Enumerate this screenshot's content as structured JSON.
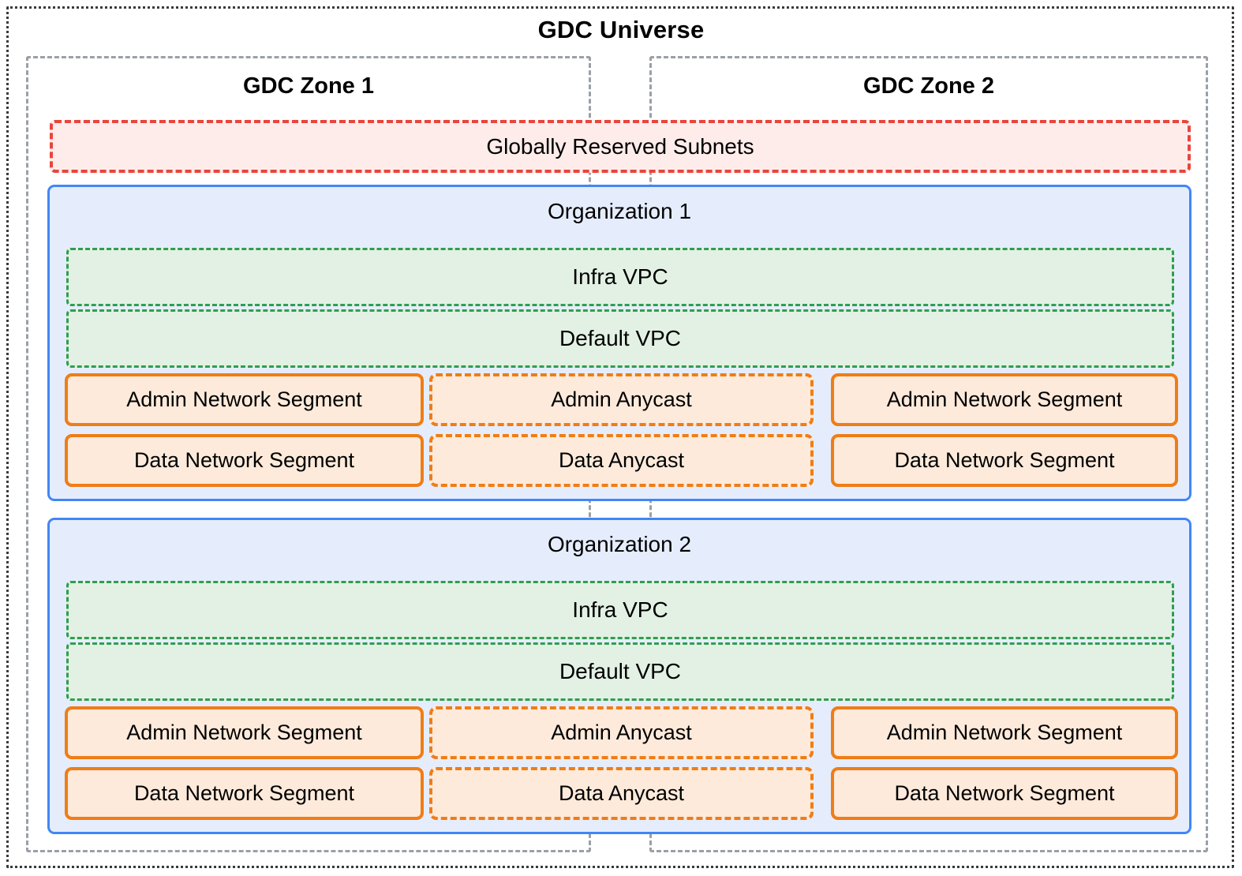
{
  "diagram": {
    "title": "GDC Universe",
    "type": "nested-container-diagram",
    "zones": [
      {
        "id": "zone1",
        "label": "GDC Zone 1"
      },
      {
        "id": "zone2",
        "label": "GDC Zone 2"
      }
    ],
    "global": {
      "reserved_subnets_label": "Globally Reserved Subnets"
    },
    "organizations": [
      {
        "id": "org1",
        "title": "Organization 1",
        "vpcs": [
          {
            "id": "infra",
            "label": "Infra VPC"
          },
          {
            "id": "default",
            "label": "Default VPC"
          }
        ],
        "rows": [
          {
            "id": "admin",
            "zone1_segment": "Admin Network Segment",
            "anycast": "Admin Anycast",
            "zone2_segment": "Admin Network Segment"
          },
          {
            "id": "data",
            "zone1_segment": "Data Network Segment",
            "anycast": "Data Anycast",
            "zone2_segment": "Data Network Segment"
          }
        ]
      },
      {
        "id": "org2",
        "title": "Organization 2",
        "vpcs": [
          {
            "id": "infra",
            "label": "Infra VPC"
          },
          {
            "id": "default",
            "label": "Default VPC"
          }
        ],
        "rows": [
          {
            "id": "admin",
            "zone1_segment": "Admin Network Segment",
            "anycast": "Admin Anycast",
            "zone2_segment": "Admin Network Segment"
          },
          {
            "id": "data",
            "zone1_segment": "Data Network Segment",
            "anycast": "Data Anycast",
            "zone2_segment": "Data Network Segment"
          }
        ]
      }
    ],
    "colors": {
      "universe_border": "#3a3a3a",
      "zone_border": "#9aa0a6",
      "reserved_border": "#e8453c",
      "reserved_fill": "#fdecea",
      "org_border": "#4286f5",
      "org_fill": "#e5edfd",
      "vpc_border": "#2f9e4f",
      "vpc_fill": "#e3f1e4",
      "segment_border": "#ef7d17",
      "segment_fill": "#fdeadb",
      "text": "#000000",
      "background": "#ffffff"
    }
  }
}
